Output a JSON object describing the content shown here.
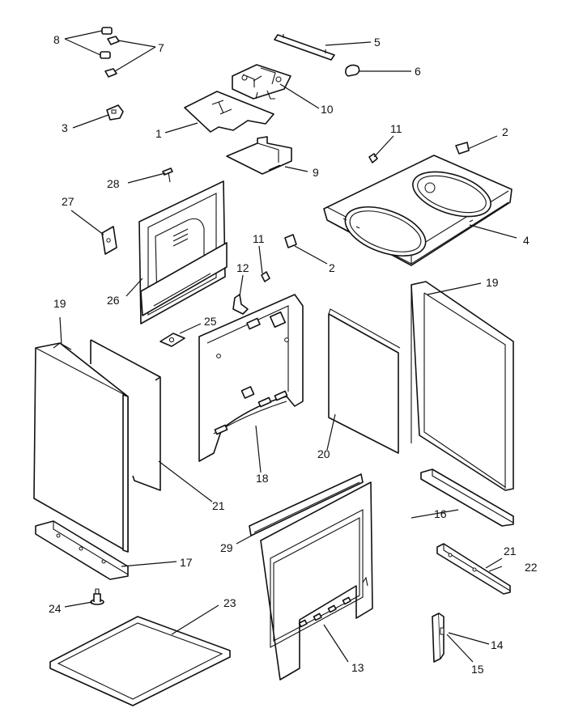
{
  "callouts": {
    "c1": "1",
    "c2a": "2",
    "c2b": "2",
    "c3": "3",
    "c4": "4",
    "c5": "5",
    "c6": "6",
    "c7": "7",
    "c8": "8",
    "c9": "9",
    "c10": "10",
    "c11a": "11",
    "c11b": "11",
    "c12": "12",
    "c13": "13",
    "c14": "14",
    "c15": "15",
    "c16": "16",
    "c17": "17",
    "c18": "18",
    "c19a": "19",
    "c19b": "19",
    "c20": "20",
    "c21a": "21",
    "c21b": "21",
    "c22": "22",
    "c23": "23",
    "c24": "24",
    "c25": "25",
    "c26": "26",
    "c27": "27",
    "c28": "28",
    "c29": "29"
  }
}
